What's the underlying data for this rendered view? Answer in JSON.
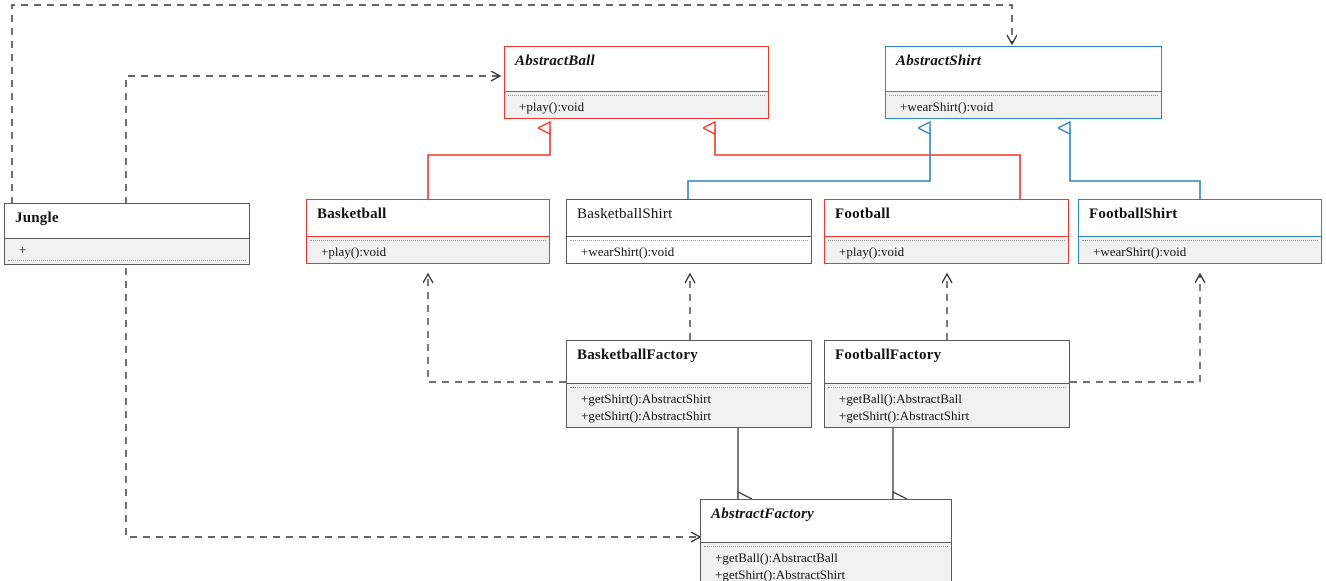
{
  "diagram": {
    "title": "Abstract Factory UML class diagram",
    "colors": {
      "red": "#f1362b",
      "blue": "#2f84c8",
      "gray": "#5a5a5a",
      "member_bg": "#f1f1f1",
      "background": "#ffffff"
    }
  },
  "classes": [
    {
      "id": "abstract-ball",
      "name": "AbstractBall",
      "abstract": true,
      "accent": "red",
      "members": [
        "+play():void"
      ]
    },
    {
      "id": "abstract-shirt",
      "name": "AbstractShirt",
      "abstract": true,
      "accent": "blue",
      "members": [
        "+wearShirt():void"
      ]
    },
    {
      "id": "jungle",
      "name": "Jungle",
      "abstract": false,
      "accent": "gray",
      "members": [
        "+"
      ]
    },
    {
      "id": "basketball",
      "name": "Basketball",
      "abstract": false,
      "accent": "red",
      "members": [
        "+play():void"
      ]
    },
    {
      "id": "basketball-shirt",
      "name": "BasketballShirt",
      "abstract": false,
      "accent": "gray",
      "members": [
        "+wearShirt():void"
      ]
    },
    {
      "id": "football",
      "name": "Football",
      "abstract": false,
      "accent": "red",
      "members": [
        "+play():void"
      ]
    },
    {
      "id": "football-shirt",
      "name": "FootballShirt",
      "abstract": false,
      "accent": "blue",
      "members": [
        "+wearShirt():void"
      ]
    },
    {
      "id": "basketball-factory",
      "name": "BasketballFactory",
      "abstract": false,
      "accent": "gray",
      "members": [
        "+getShirt():AbstractShirt",
        "+getShirt():AbstractShirt"
      ]
    },
    {
      "id": "football-factory",
      "name": "FootballFactory",
      "abstract": false,
      "accent": "gray",
      "members": [
        "+getBall():AbstractBall",
        "+getShirt():AbstractShirt"
      ]
    },
    {
      "id": "abstract-factory",
      "name": "AbstractFactory",
      "abstract": true,
      "accent": "gray",
      "members": [
        "+getBall():AbstractBall",
        "+getShirt():AbstractShirt"
      ]
    }
  ],
  "relations": [
    {
      "id": "jungle-to-abstractball",
      "kind": "dependency",
      "from": "Jungle",
      "to": "AbstractBall",
      "style": "dashed",
      "arrow": "open"
    },
    {
      "id": "jungle-to-abstractshirt",
      "kind": "dependency",
      "from": "Jungle",
      "to": "AbstractShirt",
      "style": "dashed",
      "arrow": "open"
    },
    {
      "id": "jungle-to-abstractfactory",
      "kind": "dependency",
      "from": "Jungle",
      "to": "AbstractFactory",
      "style": "dashed",
      "arrow": "open"
    },
    {
      "id": "basketball-to-abstractball",
      "kind": "realization",
      "from": "Basketball",
      "to": "AbstractBall",
      "style": "solid",
      "arrow": "hollow-triangle"
    },
    {
      "id": "football-to-abstractball",
      "kind": "realization",
      "from": "Football",
      "to": "AbstractBall",
      "style": "solid",
      "arrow": "hollow-triangle"
    },
    {
      "id": "basketballshirt-to-abstractshirt",
      "kind": "realization",
      "from": "BasketballShirt",
      "to": "AbstractShirt",
      "style": "solid",
      "arrow": "hollow-triangle"
    },
    {
      "id": "footballshirt-to-abstractshirt",
      "kind": "realization",
      "from": "FootballShirt",
      "to": "AbstractShirt",
      "style": "solid",
      "arrow": "hollow-triangle"
    },
    {
      "id": "basketballfactory-to-basketball",
      "kind": "dependency",
      "from": "BasketballFactory",
      "to": "Basketball",
      "style": "dashed",
      "arrow": "open"
    },
    {
      "id": "basketballfactory-to-basketballshirt",
      "kind": "dependency",
      "from": "BasketballFactory",
      "to": "BasketballShirt",
      "style": "dashed",
      "arrow": "open"
    },
    {
      "id": "footballfactory-to-football",
      "kind": "dependency",
      "from": "FootballFactory",
      "to": "Football",
      "style": "dashed",
      "arrow": "open"
    },
    {
      "id": "footballfactory-to-footballshirt",
      "kind": "dependency",
      "from": "FootballFactory",
      "to": "FootballShirt",
      "style": "dashed",
      "arrow": "open"
    },
    {
      "id": "basketballfactory-to-abstractfactory",
      "kind": "realization",
      "from": "BasketballFactory",
      "to": "AbstractFactory",
      "style": "solid",
      "arrow": "hollow-triangle"
    },
    {
      "id": "footballfactory-to-abstractfactory",
      "kind": "realization",
      "from": "FootballFactory",
      "to": "AbstractFactory",
      "style": "solid",
      "arrow": "hollow-triangle"
    }
  ]
}
